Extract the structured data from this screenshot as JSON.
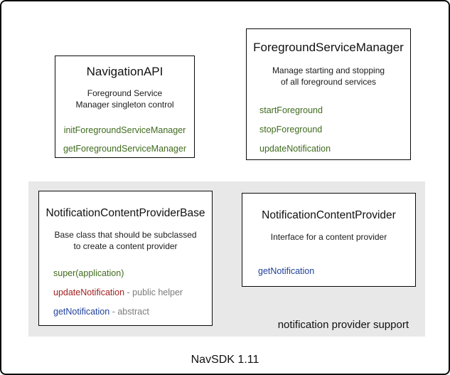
{
  "colors": {
    "method_green": "#3f6b1e",
    "method_red": "#a22020",
    "method_blue": "#1f419b",
    "annotation_gray": "#7b7b7b"
  },
  "gray_panel": {
    "bg": "#e8e8e8",
    "label": "notification provider support"
  },
  "footer": {
    "label": "NavSDK 1.11"
  },
  "boxes": {
    "navigation_api": {
      "title": "NavigationAPI",
      "description_lines": [
        "Foreground Service",
        "Manager singleton control"
      ],
      "methods": [
        {
          "name": "initForegroundServiceManager",
          "color": "green"
        },
        {
          "name": "getForegroundServiceManager",
          "color": "green"
        }
      ]
    },
    "foreground_service_manager": {
      "title": "ForegroundServiceManager",
      "description_lines": [
        "Manage starting and stopping",
        "of all foreground services"
      ],
      "methods": [
        {
          "name": "startForeground",
          "color": "green"
        },
        {
          "name": "stopForeground",
          "color": "green"
        },
        {
          "name": "updateNotification",
          "color": "green"
        }
      ]
    },
    "notification_content_provider_base": {
      "title": "NotificationContentProviderBase",
      "description_lines": [
        "Base class that should be subclassed",
        "to create a content provider"
      ],
      "methods": [
        {
          "name": "super(application)",
          "color": "green"
        },
        {
          "name": "updateNotification",
          "color": "red",
          "annotation": " - public helper"
        },
        {
          "name": "getNotification",
          "color": "blue",
          "annotation": " - abstract"
        }
      ]
    },
    "notification_content_provider": {
      "title": "NotificationContentProvider",
      "description_lines": [
        "Interface for a content provider"
      ],
      "methods": [
        {
          "name": "getNotification",
          "color": "blue"
        }
      ]
    }
  }
}
